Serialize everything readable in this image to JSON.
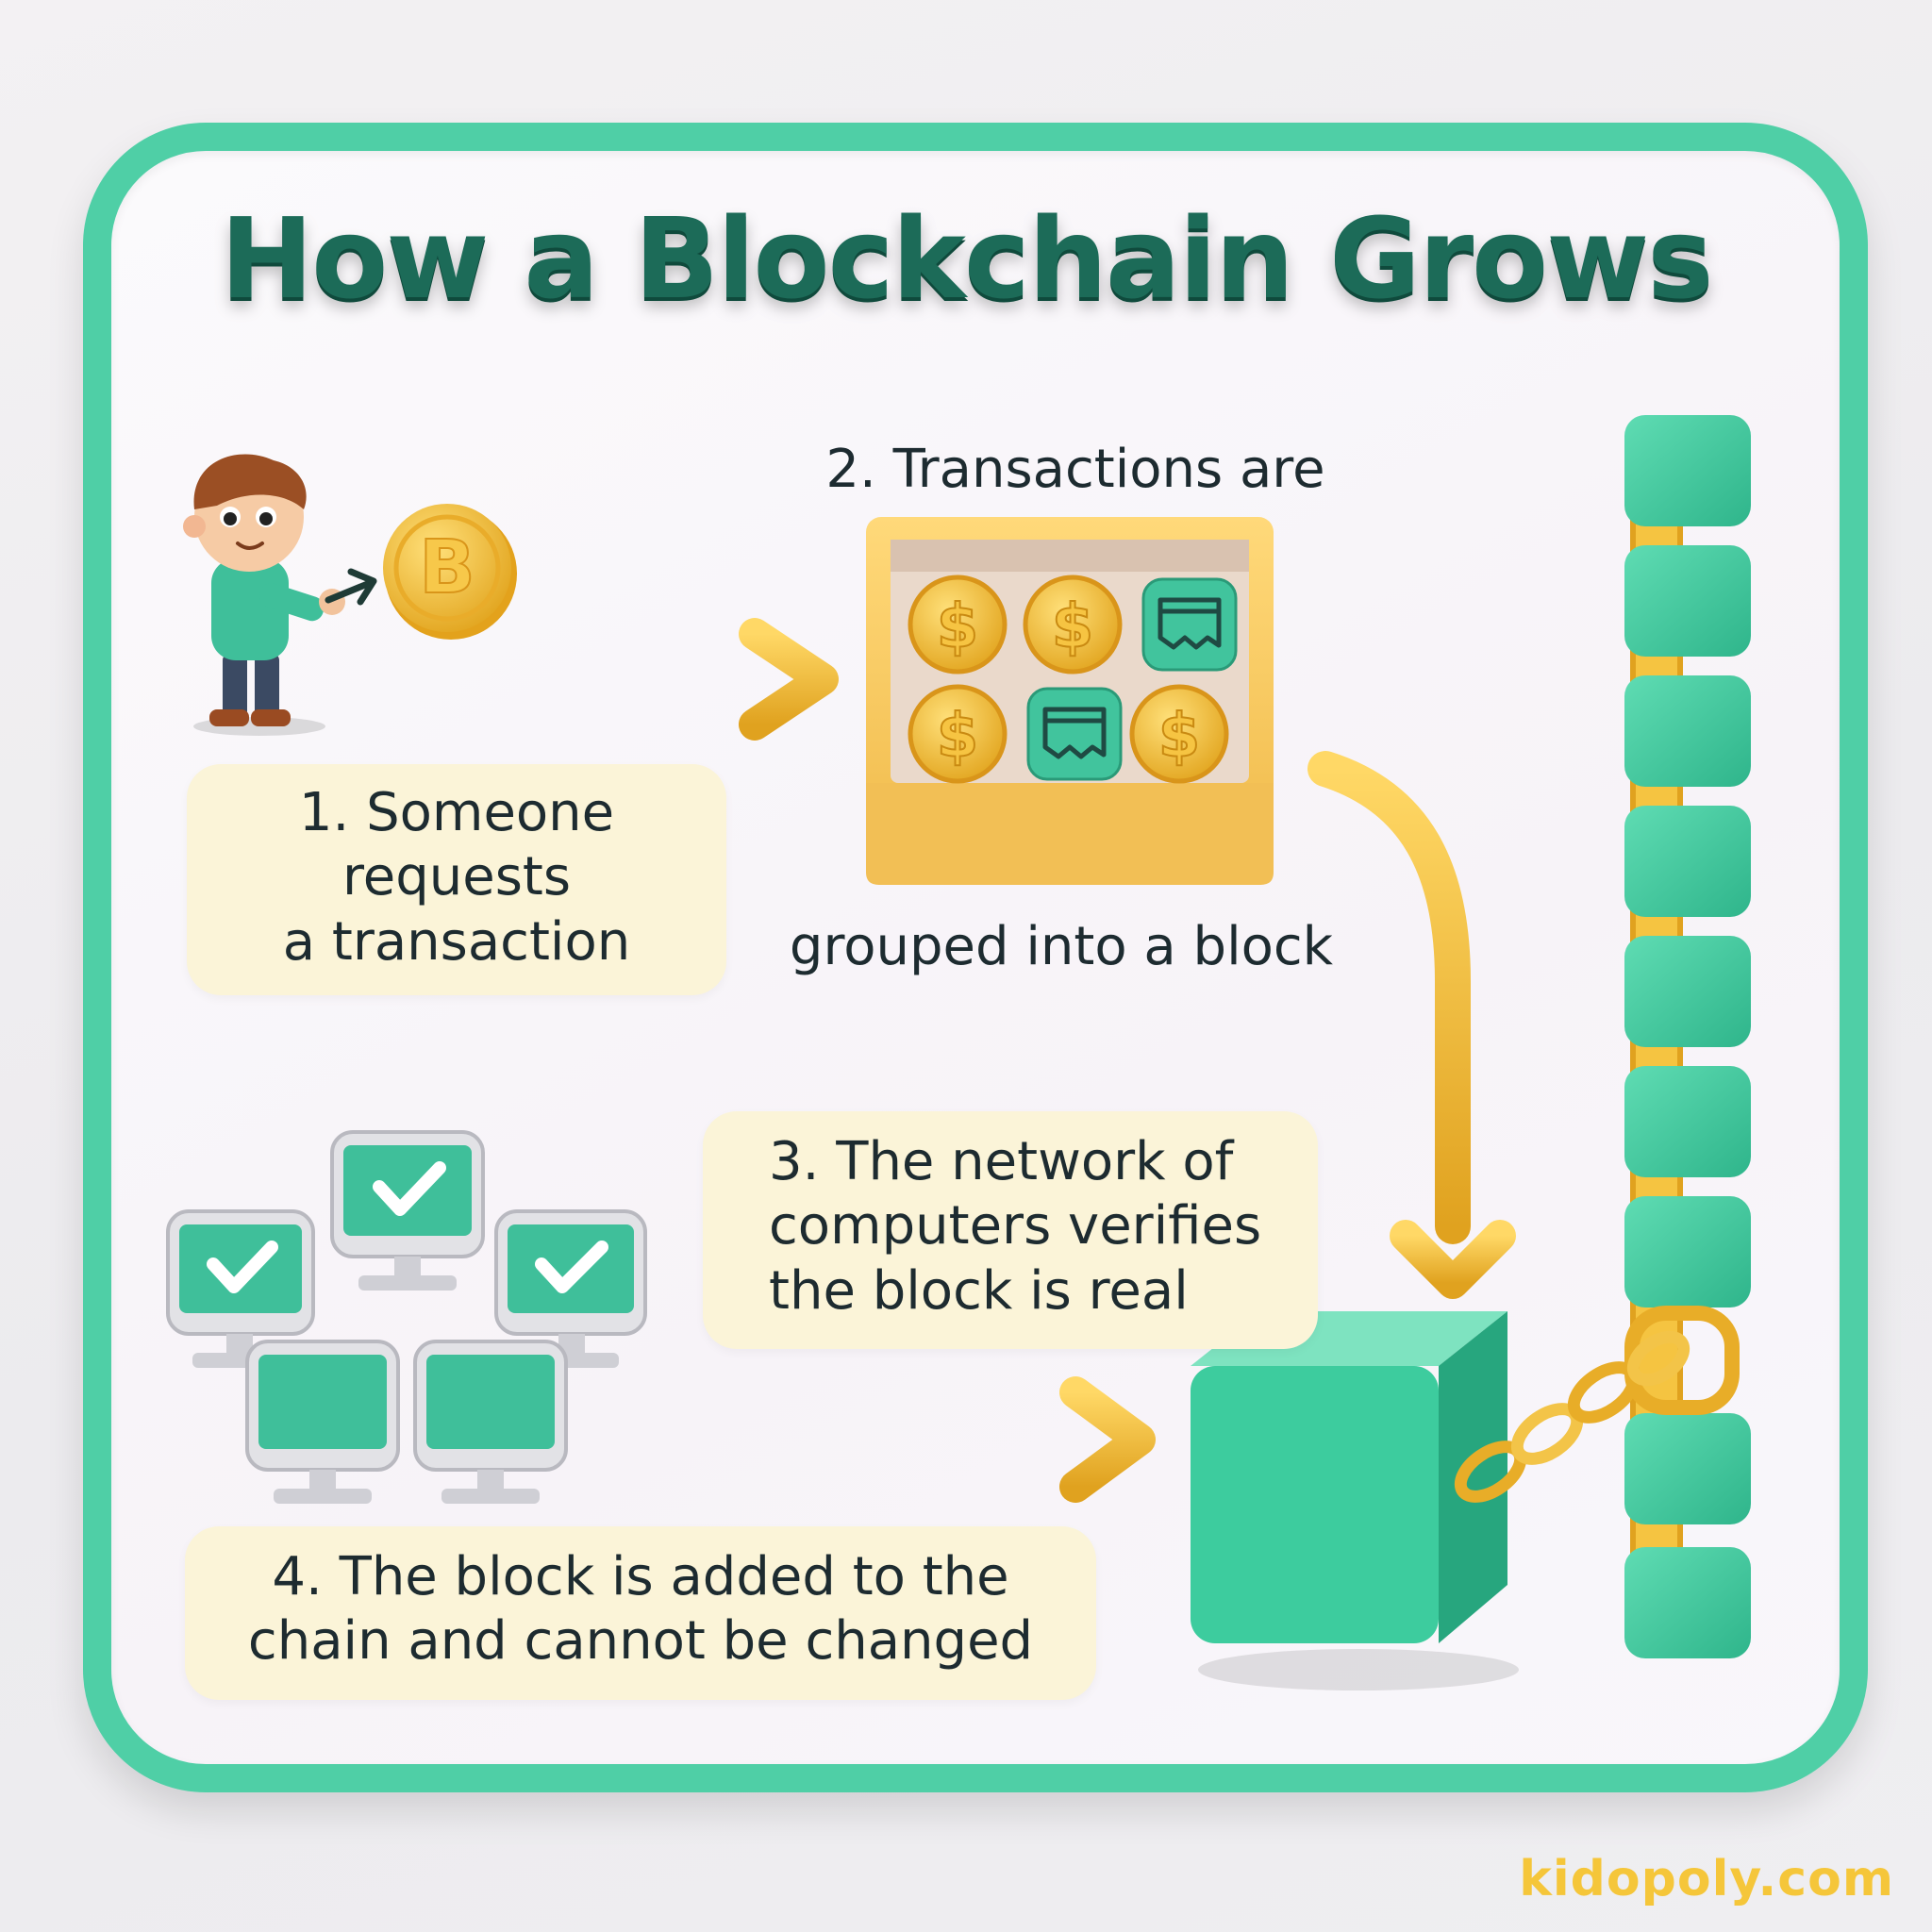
{
  "title": "How a Blockchain Grows",
  "steps": {
    "step1": "1. Someone\nrequests\na transaction",
    "step2_top": "2. Transactions are",
    "step2_bottom": "grouped into a block",
    "step3": "3. The network of\ncomputers verifies\nthe block is real",
    "step4": "4. The block is added to the\nchain and cannot be changed"
  },
  "icons": {
    "coin": "bitcoin-coin-icon",
    "dollar": "dollar-coin-icon",
    "receipt": "receipt-icon",
    "computer": "computer-check-icon",
    "block": "block-cube-icon",
    "chain": "chain-link-icon"
  },
  "colors": {
    "frame": "#4fcfa6",
    "title": "#1c6b58",
    "card": "#fbf4d8",
    "gold": "#f2b92f",
    "brand": "#f5c63a"
  },
  "coin_symbol": "B",
  "dollar_symbol": "$",
  "brand": "kidopoly.com"
}
